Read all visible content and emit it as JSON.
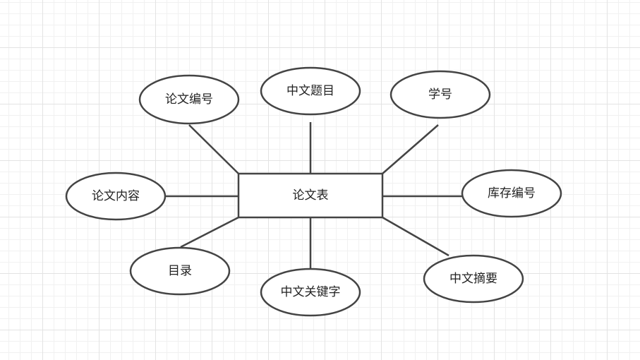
{
  "diagram": {
    "entity": {
      "label": "论文表"
    },
    "attributes": [
      {
        "key": "paper-number",
        "label": "论文编号"
      },
      {
        "key": "chinese-title",
        "label": "中文题目"
      },
      {
        "key": "student-id",
        "label": "学号"
      },
      {
        "key": "paper-content",
        "label": "论文内容"
      },
      {
        "key": "library-number",
        "label": "库存编号"
      },
      {
        "key": "table-of-contents",
        "label": "目录"
      },
      {
        "key": "chinese-keywords",
        "label": "中文关键字"
      },
      {
        "key": "chinese-abstract",
        "label": "中文摘要"
      }
    ]
  },
  "colors": {
    "stroke": "#444444",
    "fill": "#ffffff",
    "text": "#222222",
    "grid": "#e3e3e3"
  }
}
